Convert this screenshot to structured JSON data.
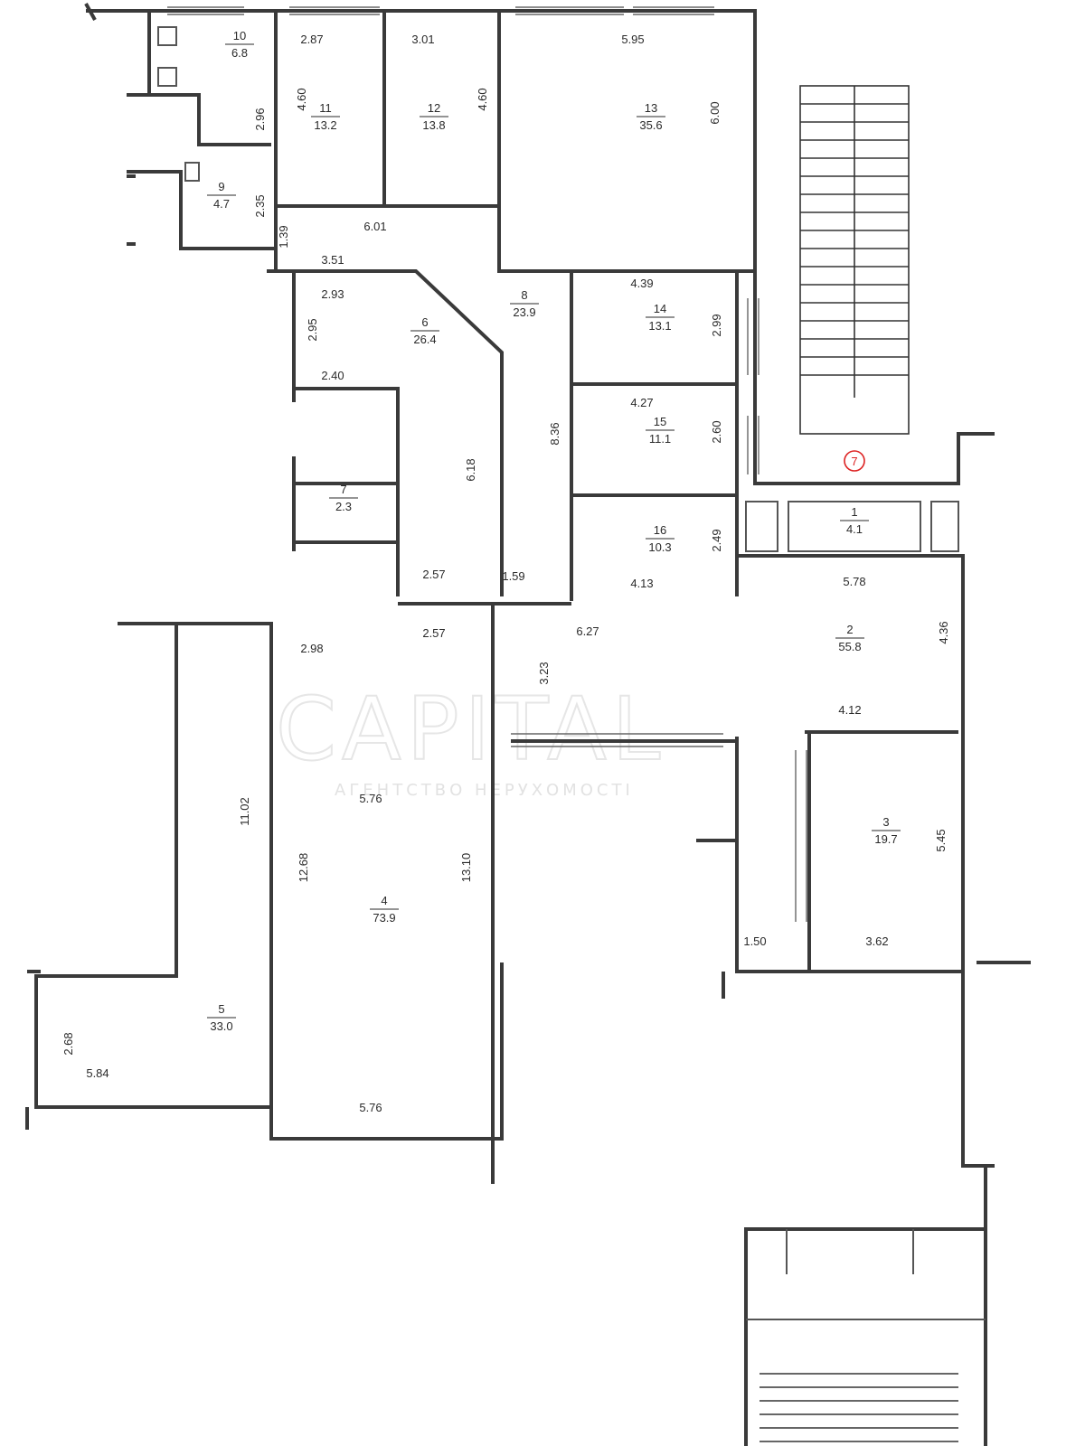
{
  "plan": {
    "entrance_marker": "7",
    "watermark": {
      "logo": "CAPITAL",
      "tagline": "АГЕНТСТВО НЕРУХОМОСТІ"
    },
    "rooms": [
      {
        "id": "r1",
        "number": "1",
        "area": "4.1"
      },
      {
        "id": "r2",
        "number": "2",
        "area": "55.8"
      },
      {
        "id": "r3",
        "number": "3",
        "area": "19.7"
      },
      {
        "id": "r4",
        "number": "4",
        "area": "73.9"
      },
      {
        "id": "r5",
        "number": "5",
        "area": "33.0"
      },
      {
        "id": "r6",
        "number": "6",
        "area": "26.4"
      },
      {
        "id": "r7",
        "number": "7",
        "area": "2.3"
      },
      {
        "id": "r8",
        "number": "8",
        "area": "23.9"
      },
      {
        "id": "r9",
        "number": "9",
        "area": "4.7"
      },
      {
        "id": "r10",
        "number": "10",
        "area": "6.8"
      },
      {
        "id": "r11",
        "number": "11",
        "area": "13.2"
      },
      {
        "id": "r12",
        "number": "12",
        "area": "13.8"
      },
      {
        "id": "r13",
        "number": "13",
        "area": "35.6"
      },
      {
        "id": "r14",
        "number": "14",
        "area": "13.1"
      },
      {
        "id": "r15",
        "number": "15",
        "area": "11.1"
      },
      {
        "id": "r16",
        "number": "16",
        "area": "10.3"
      }
    ],
    "dimensions": [
      "2.87",
      "3.01",
      "5.95",
      "4.60",
      "4.60",
      "6.00",
      "2.96",
      "2.35",
      "1.39",
      "6.01",
      "3.51",
      "2.93",
      "2.95",
      "2.40",
      "4.39",
      "2.99",
      "4.27",
      "2.60",
      "8.36",
      "6.18",
      "2.49",
      "4.13",
      "2.57",
      "1.59",
      "2.57",
      "6.27",
      "5.78",
      "4.36",
      "2.98",
      "3.23",
      "4.12",
      "5.76",
      "11.02",
      "12.68",
      "13.10",
      "5.45",
      "1.50",
      "3.62",
      "2.68",
      "5.84",
      "5.76"
    ]
  }
}
